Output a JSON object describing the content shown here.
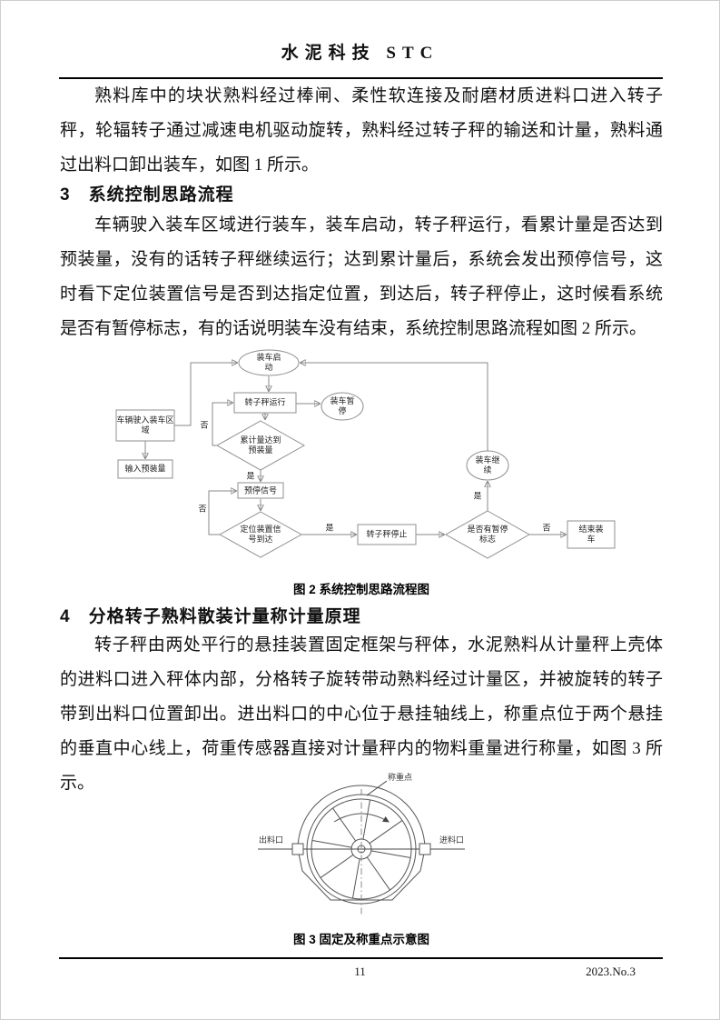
{
  "page": {
    "header_title": "水泥科技 STC",
    "page_number": "11",
    "issue": "2023.No.3"
  },
  "body": {
    "intro_paragraph": "熟料库中的块状熟料经过棒闸、柔性软连接及耐磨材质进料口进入转子秤，轮辐转子通过减速电机驱动旋转，熟料经过转子秤的输送和计量，熟料通过出料口卸出装车，如图 1 所示。",
    "section3_heading": "3　系统控制思路流程",
    "section3_paragraph": "车辆驶入装车区域进行装车，装车启动，转子秤运行，看累计量是否达到预装量，没有的话转子秤继续运行；达到累计量后，系统会发出预停信号，这时看下定位装置信号是否到达指定位置，到达后，转子秤停止，这时候看系统是否有暂停标志，有的话说明装车没有结束，系统控制思路流程如图 2 所示。",
    "section4_heading": "4　分格转子熟料散装计量称计量原理",
    "section4_paragraph": "转子秤由两处平行的悬挂装置固定框架与秤体，水泥熟料从计量秤上壳体的进料口进入秤体内部，分格转子旋转带动熟料经过计量区，并被旋转的转子带到出料口位置卸出。进出料口的中心位于悬挂轴线上，称重点位于两个悬挂的垂直中心线上，荷重传感器直接对计量秤内的物料重量进行称量，如图 3 所示。"
  },
  "figure2": {
    "caption": "图 2 系统控制思路流程图",
    "nodes": {
      "start": "装车启动",
      "run": "转子秤运行",
      "pause": "装车暂停",
      "vehicle_enter": "车辆驶入装车区域",
      "check_accumulate": "累计量达到预装量",
      "input_preset": "输入预装量",
      "prestop_signal": "预停信号",
      "position_signal": "定位装置信号到达",
      "stop": "转子秤停止",
      "pause_flag": "是否有暂停标志",
      "continue": "装车继续",
      "finish": "结束装车"
    },
    "edge_yes": "是",
    "edge_no": "否"
  },
  "figure3": {
    "caption": "图 3 固定及称重点示意图",
    "labels": {
      "weigh_point": "称重点",
      "outlet": "出料口",
      "inlet": "进料口"
    }
  }
}
